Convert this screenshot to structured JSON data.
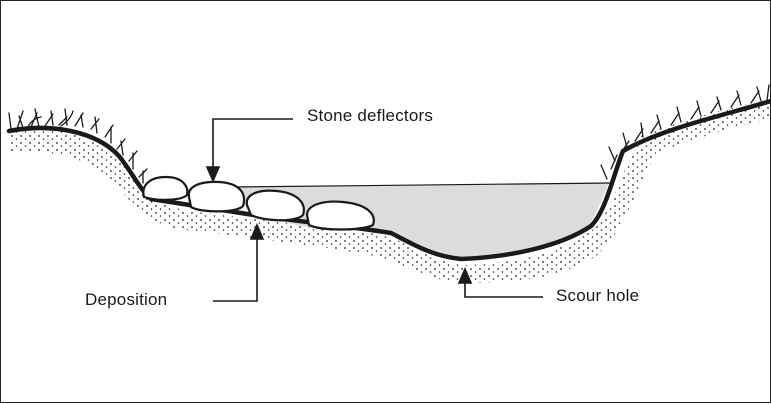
{
  "labels": {
    "stone_deflectors": "Stone deflectors",
    "deposition": "Deposition",
    "scour_hole": "Scour hole"
  },
  "colors": {
    "ink": "#1a1a1a",
    "water": "#dcdcdc",
    "stone_fill": "#ffffff"
  }
}
